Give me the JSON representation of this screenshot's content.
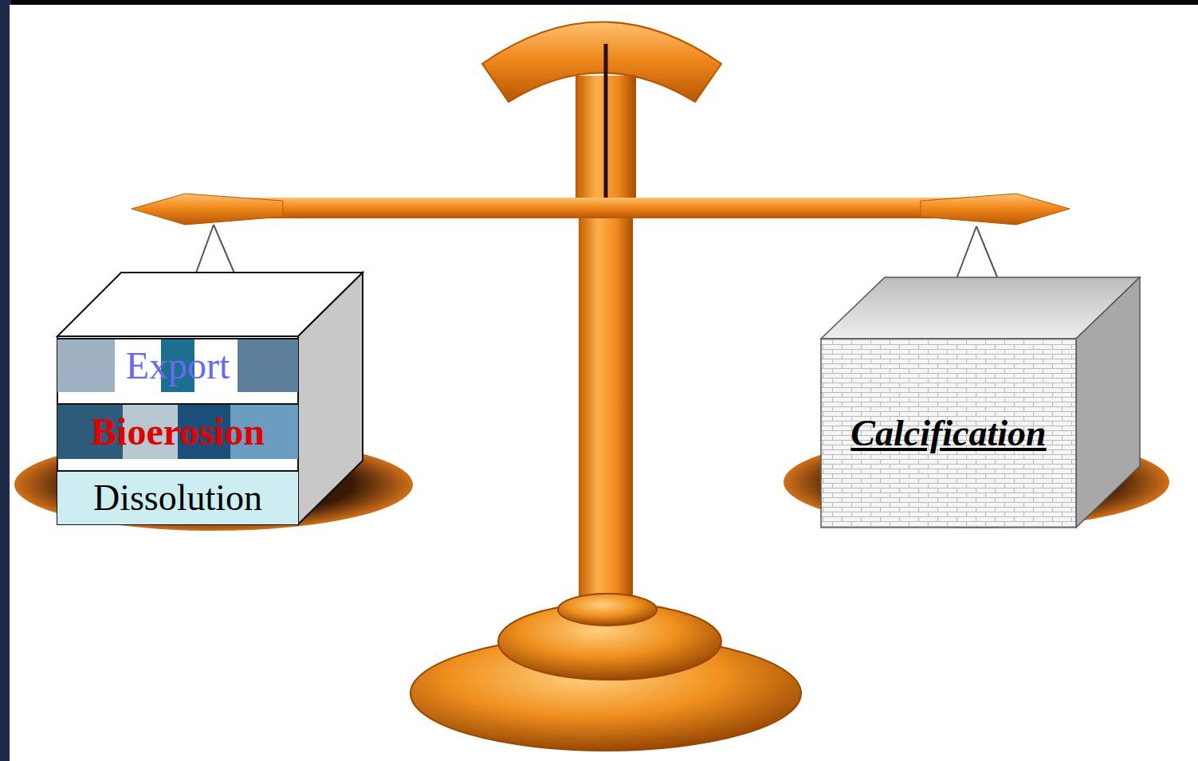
{
  "diagram": {
    "nodes": [
      {
        "text": [
          "Export"
        ]
      },
      {
        "text": [
          "Bioerosion"
        ]
      },
      {
        "text": [
          "Dissolution"
        ]
      },
      {
        "text": [
          "Calcification"
        ]
      }
    ]
  }
}
